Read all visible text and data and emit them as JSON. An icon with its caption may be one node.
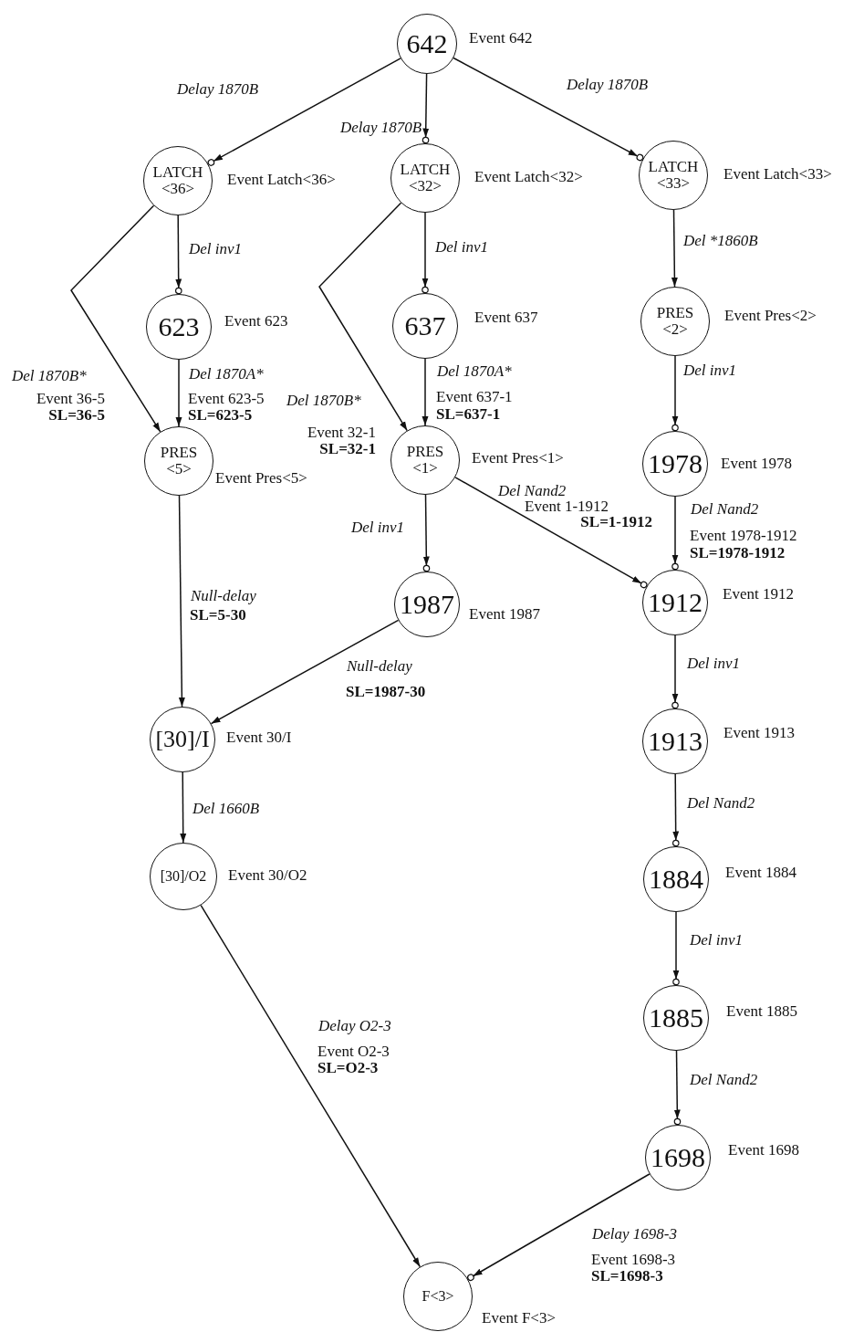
{
  "diagram": {
    "nodes": [
      {
        "text": [
          "642"
        ],
        "beside": [
          "Event 642"
        ]
      },
      {
        "text": [
          "LATCH <36>"
        ],
        "beside": [
          "Event Latch<36>"
        ]
      },
      {
        "text": [
          "LATCH <32>"
        ],
        "beside": [
          "Event Latch<32>"
        ]
      },
      {
        "text": [
          "LATCH <33>"
        ],
        "beside": [
          "Event Latch<33>"
        ]
      },
      {
        "text": [
          "623"
        ],
        "beside": [
          "Event 623"
        ]
      },
      {
        "text": [
          "637"
        ],
        "beside": [
          "Event 637"
        ]
      },
      {
        "text": [
          "PRES <2>"
        ],
        "beside": [
          "Event Pres<2>"
        ]
      },
      {
        "text": [
          "PRES <5>"
        ],
        "beside": [
          "Event Pres<5>"
        ]
      },
      {
        "text": [
          "PRES <1>"
        ],
        "beside": [
          "Event Pres<1>"
        ]
      },
      {
        "text": [
          "1978"
        ],
        "beside": [
          "Event 1978"
        ]
      },
      {
        "text": [
          "1987"
        ],
        "beside": [
          "Event 1987"
        ]
      },
      {
        "text": [
          "1912"
        ],
        "beside": [
          "Event 1912"
        ]
      },
      {
        "text": [
          "[30]/I"
        ],
        "beside": [
          "Event 30/I"
        ]
      },
      {
        "text": [
          "1913"
        ],
        "beside": [
          "Event 1913"
        ]
      },
      {
        "text": [
          "[30]/O2"
        ],
        "beside": [
          "Event 30/O2"
        ]
      },
      {
        "text": [
          "1884"
        ],
        "beside": [
          "Event 1884"
        ]
      },
      {
        "text": [
          "1885"
        ],
        "beside": [
          "Event 1885"
        ]
      },
      {
        "text": [
          "1698"
        ],
        "beside": [
          "Event 1698"
        ]
      },
      {
        "text": [
          "F<3>"
        ],
        "beside": [
          "Event F<3>"
        ]
      }
    ],
    "edges": [
      {
        "from": 0,
        "to": 1,
        "arrow": "to",
        "label": "Delay 1870B"
      },
      {
        "from": 0,
        "to": 2,
        "arrow": "to",
        "label": "Delay 1870B"
      },
      {
        "from": 0,
        "to": 3,
        "arrow": "to",
        "label": "Delay 1870B"
      },
      {
        "from": 1,
        "to": 4,
        "arrow": "to",
        "label": "Del inv1"
      },
      {
        "from": 2,
        "to": 5,
        "arrow": "to",
        "label": "Del inv1"
      },
      {
        "from": 3,
        "to": 6,
        "arrow": "to",
        "label": "Del *1860B"
      },
      {
        "from": 1,
        "to": 7,
        "arrow": "to",
        "label": "Del 1870B*"
      },
      {
        "from": 4,
        "to": 7,
        "arrow": "to",
        "label": "Del 1870A*"
      },
      {
        "from": 2,
        "to": 8,
        "arrow": "to",
        "label": "Del 1870B*"
      },
      {
        "from": 5,
        "to": 8,
        "arrow": "to",
        "label": "Del 1870A*"
      },
      {
        "from": 6,
        "to": 9,
        "arrow": "to",
        "label": "Del inv1"
      },
      {
        "from": 7,
        "to": 12,
        "arrow": "to",
        "label": "Null-delay"
      },
      {
        "from": 8,
        "to": 10,
        "arrow": "to",
        "label": "Del inv1"
      },
      {
        "from": 8,
        "to": 11,
        "arrow": "to",
        "label": "Del Nand2"
      },
      {
        "from": 9,
        "to": 11,
        "arrow": "to",
        "label": "Del Nand2"
      },
      {
        "from": 10,
        "to": 12,
        "arrow": "to",
        "label": "Null-delay"
      },
      {
        "from": 12,
        "to": 14,
        "arrow": "to",
        "label": "Del 1660B"
      },
      {
        "from": 11,
        "to": 13,
        "arrow": "to",
        "label": "Del inv1"
      },
      {
        "from": 13,
        "to": 15,
        "arrow": "to",
        "label": "Del Nand2"
      },
      {
        "from": 15,
        "to": 16,
        "arrow": "to",
        "label": "Del inv1"
      },
      {
        "from": 16,
        "to": 17,
        "arrow": "to",
        "label": "Del Nand2"
      },
      {
        "from": 14,
        "to": 18,
        "arrow": "to",
        "label": "Delay O2-3"
      },
      {
        "from": 17,
        "to": 18,
        "arrow": "to",
        "label": "Delay 1698-3"
      }
    ],
    "labels": [
      "Event 36-5",
      "SL=36-5",
      "Event 623-5",
      "SL=623-5",
      "Event 32-1",
      "SL=32-1",
      "Event 637-1",
      "SL=637-1",
      "Event 1-1912",
      "SL=1-1912",
      "Event 1978-1912",
      "SL=1978-1912",
      "SL=5-30",
      "SL=1987-30",
      "Event O2-3",
      "SL=O2-3",
      "Event 1698-3",
      "SL=1698-3"
    ]
  }
}
